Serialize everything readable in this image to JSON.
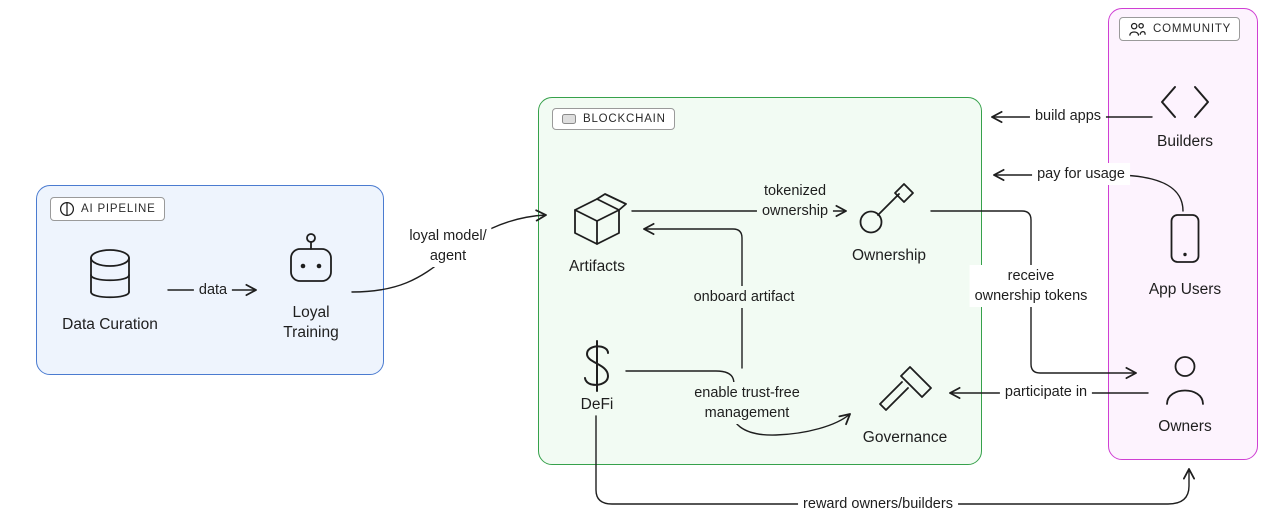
{
  "canvas": {
    "stroke_color": "#1e1e1e",
    "background": "#ffffff"
  },
  "groups": {
    "ai_pipeline": {
      "label": "AI PIPELINE",
      "border": "#4a7bd0",
      "bg": "#eef4fd"
    },
    "blockchain": {
      "label": "BLOCKCHAIN",
      "border": "#36a14b",
      "bg": "#f2fbf3"
    },
    "community": {
      "label": "COMMUNITY",
      "border": "#cf3fd3",
      "bg": "#fdf3fe"
    }
  },
  "nodes": {
    "data_curation": {
      "label": "Data Curation",
      "icon": "database-icon"
    },
    "loyal_training": {
      "label": "Loyal\nTraining",
      "icon": "robot-icon"
    },
    "artifacts": {
      "label": "Artifacts",
      "icon": "package-icon"
    },
    "ownership": {
      "label": "Ownership",
      "icon": "key-icon"
    },
    "defi": {
      "label": "DeFi",
      "icon": "dollar-icon"
    },
    "governance": {
      "label": "Governance",
      "icon": "gavel-icon"
    },
    "builders": {
      "label": "Builders",
      "icon": "code-brackets-icon"
    },
    "app_users": {
      "label": "App Users",
      "icon": "smartphone-icon"
    },
    "owners": {
      "label": "Owners",
      "icon": "person-icon"
    }
  },
  "edges": {
    "data": {
      "label": "data",
      "from": "data_curation",
      "to": "loyal_training"
    },
    "loyal_model_agent": {
      "label": "loyal model/\nagent",
      "from": "loyal_training",
      "to": "artifacts"
    },
    "tokenized_ownership": {
      "label": "tokenized\nownership",
      "from": "artifacts",
      "to": "ownership"
    },
    "onboard_artifact": {
      "label": "onboard artifact",
      "from": "governance",
      "to": "artifacts"
    },
    "enable_trust_free": {
      "label": "enable trust-free\nmanagement",
      "from": "defi",
      "to": "governance"
    },
    "build_apps": {
      "label": "build apps",
      "from": "builders",
      "to": "blockchain"
    },
    "pay_for_usage": {
      "label": "pay for usage",
      "from": "app_users",
      "to": "blockchain"
    },
    "receive_ownership_tokens": {
      "label": "receive\nownership tokens",
      "from": "ownership",
      "to": "owners"
    },
    "participate_in": {
      "label": "participate in",
      "from": "owners",
      "to": "governance"
    },
    "reward_owners_builders": {
      "label": "reward owners/builders",
      "from": "defi",
      "to": "owners"
    }
  }
}
